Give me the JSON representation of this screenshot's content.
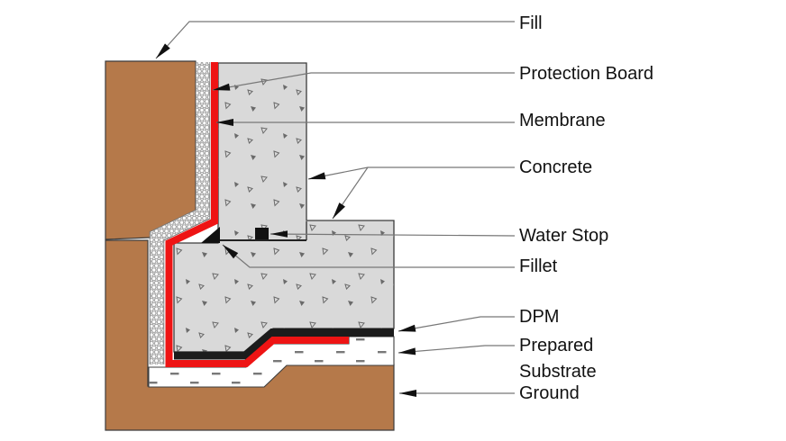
{
  "figure": {
    "kind": "construction-detail-diagram",
    "subject": "Basement wall and slab waterproofing detail"
  },
  "colors": {
    "earth": "#b5794a",
    "concrete": "#d9d9d9",
    "membrane": "#ee1414",
    "dpm": "#1c1c1c",
    "fillet": "#111111",
    "water_stop": "#111111",
    "outline": "#3c3c3c",
    "leader": "#777777",
    "arrow": "#111111",
    "substrate_bg": "#ffffff",
    "label_text": "#111111"
  },
  "labels": [
    {
      "id": "fill",
      "text": "Fill"
    },
    {
      "id": "protection-board",
      "text": "Protection Board"
    },
    {
      "id": "membrane",
      "text": "Membrane"
    },
    {
      "id": "concrete",
      "text": "Concrete"
    },
    {
      "id": "water-stop",
      "text": "Water Stop"
    },
    {
      "id": "fillet",
      "text": "Fillet"
    },
    {
      "id": "dpm",
      "text": "DPM"
    },
    {
      "id": "prepared-substrate",
      "text": "Prepared Substrate"
    },
    {
      "id": "ground",
      "text": "Ground"
    }
  ]
}
